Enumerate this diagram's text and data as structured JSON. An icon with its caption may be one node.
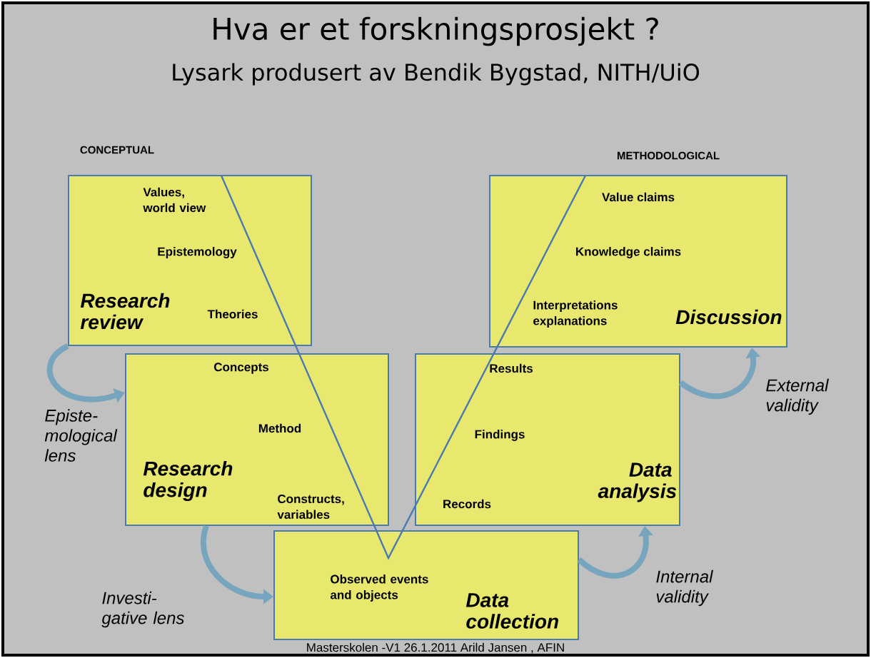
{
  "diagram": {
    "title": "Hva er et forskningsprosjekt ?",
    "nodes": [
      {
        "text": [
          "Research review",
          "Values, world view",
          "Epistemology",
          "Theories"
        ]
      },
      {
        "text": [
          "Research design",
          "Concepts",
          "Method",
          "Constructs, variables"
        ]
      },
      {
        "text": [
          "Discussion",
          "Value claims",
          "Knowledge claims",
          "Interpretations explanations"
        ]
      },
      {
        "text": [
          "Data analysis",
          "Results",
          "Findings",
          "Records"
        ]
      },
      {
        "text": [
          "Data collection",
          "Observed events and objects"
        ]
      }
    ],
    "edges": [
      {
        "from": 0,
        "to": 1,
        "arrow": "to",
        "label": "Episte- mological lens"
      },
      {
        "from": 1,
        "to": 4,
        "arrow": "to",
        "label": "Investi- gative lens"
      },
      {
        "from": 4,
        "to": 3,
        "arrow": "to",
        "label": "Internal validity"
      },
      {
        "from": 3,
        "to": 2,
        "arrow": "to",
        "label": "External validity"
      }
    ],
    "labels": [
      "Lysark produsert av Bendik Bygstad, NITH/UiO",
      "CONCEPTUAL",
      "METHODOLOGICAL",
      "Masterskolen -V1 26.1.2011 Arild Jansen , AFIN"
    ]
  }
}
